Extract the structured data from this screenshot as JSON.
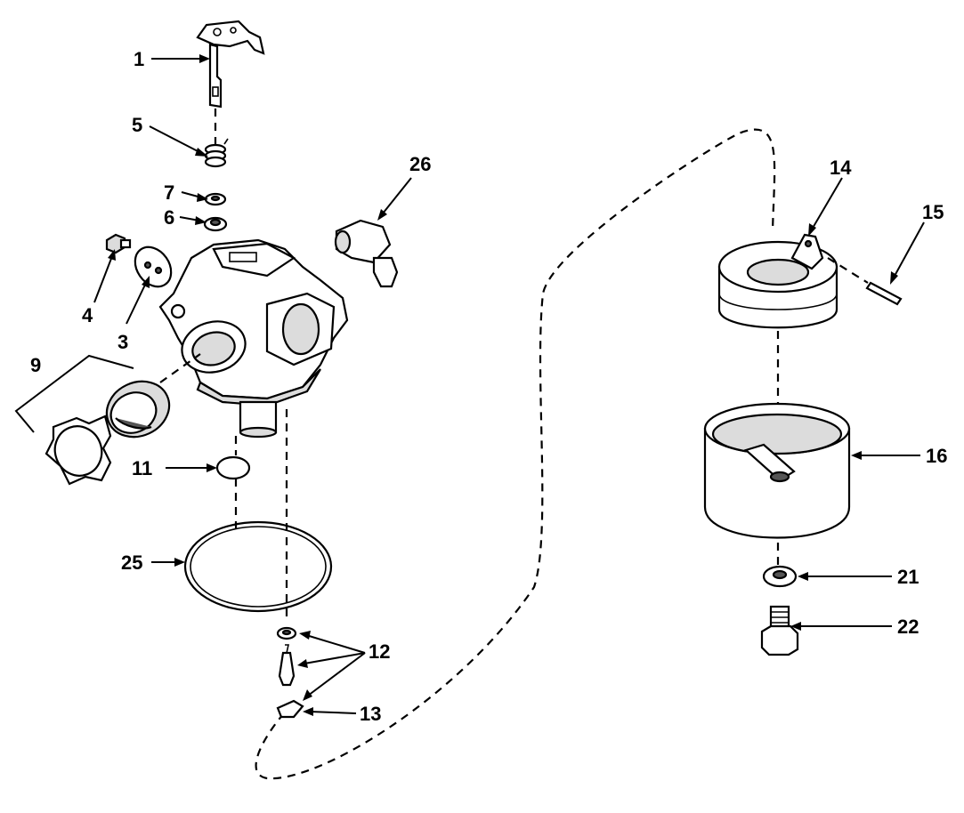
{
  "diagram": {
    "callouts": [
      {
        "id": "1",
        "label": "1"
      },
      {
        "id": "5",
        "label": "5"
      },
      {
        "id": "7",
        "label": "7"
      },
      {
        "id": "6",
        "label": "6"
      },
      {
        "id": "4",
        "label": "4"
      },
      {
        "id": "3",
        "label": "3"
      },
      {
        "id": "26",
        "label": "26"
      },
      {
        "id": "9",
        "label": "9"
      },
      {
        "id": "11",
        "label": "11"
      },
      {
        "id": "25",
        "label": "25"
      },
      {
        "id": "12",
        "label": "12"
      },
      {
        "id": "13",
        "label": "13"
      },
      {
        "id": "14",
        "label": "14"
      },
      {
        "id": "15",
        "label": "15"
      },
      {
        "id": "16",
        "label": "16"
      },
      {
        "id": "21",
        "label": "21"
      },
      {
        "id": "22",
        "label": "22"
      }
    ]
  }
}
